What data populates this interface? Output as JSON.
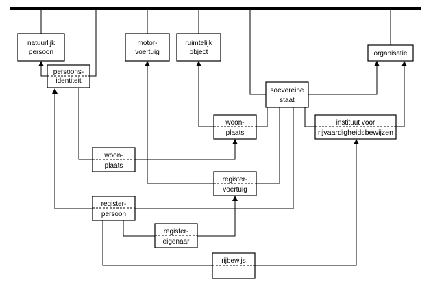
{
  "diagram": {
    "nodes": {
      "natuurlijk_persoon": {
        "lines": [
          "natuurlijk",
          "persoon"
        ]
      },
      "motorvoertuig": {
        "lines": [
          "motor-",
          "voertuig"
        ]
      },
      "ruimtelijk_object": {
        "lines": [
          "ruimtelijk",
          "object"
        ]
      },
      "organisatie": {
        "lines": [
          "organisatie"
        ]
      },
      "persoonsidentiteit": {
        "lines": [
          "persoons-",
          "identiteit"
        ]
      },
      "soevereine_staat": {
        "lines": [
          "soevereine",
          "staat"
        ]
      },
      "woonplaats_top": {
        "lines": [
          "woon-",
          "plaats"
        ]
      },
      "instituut_rijvaardigheid": {
        "lines": [
          "instituut voor",
          "rijvaardigheidsbewijzen"
        ]
      },
      "woonplaats_left": {
        "lines": [
          "woon-",
          "plaats"
        ]
      },
      "registervoertuig": {
        "lines": [
          "register-",
          "voertuig"
        ]
      },
      "registerpersoon": {
        "lines": [
          "register-",
          "persoon"
        ]
      },
      "registereigenaar": {
        "lines": [
          "register-",
          "eigenaar"
        ]
      },
      "rijbewijs": {
        "lines": [
          "rijbewijs"
        ]
      }
    }
  }
}
